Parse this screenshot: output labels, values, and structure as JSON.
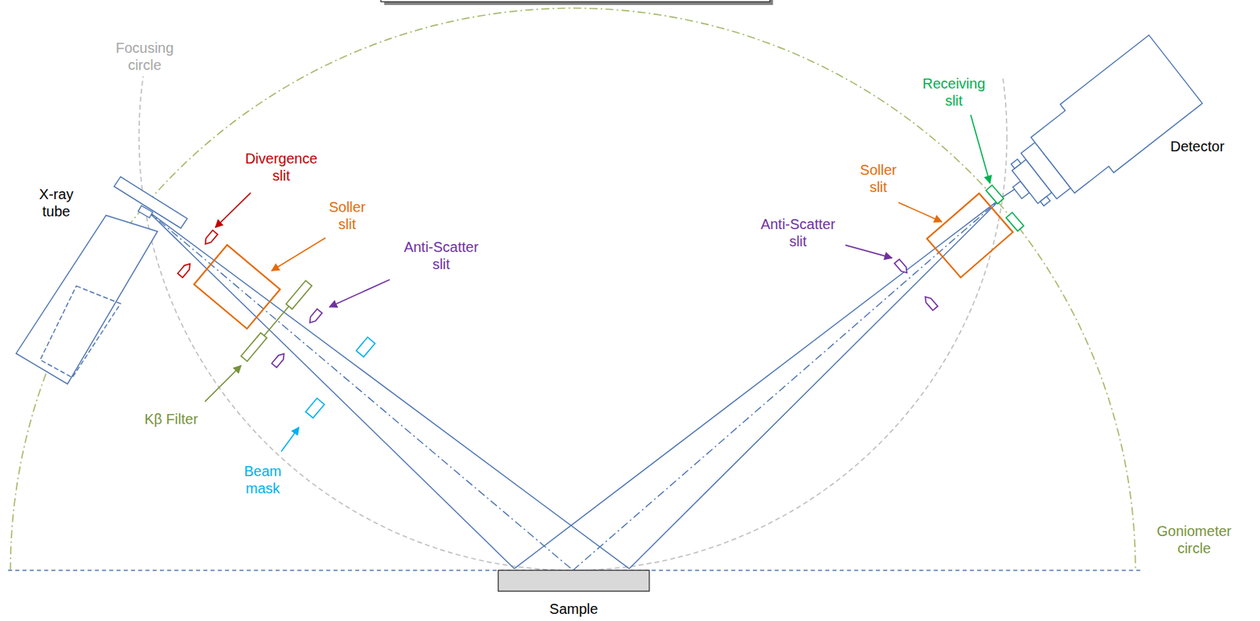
{
  "diagram": {
    "labels": [
      "Focusing circle",
      "X-ray tube",
      "Divergence slit",
      "Soller slit",
      "Anti-Scatter slit",
      "Kβ Filter",
      "Beam mask",
      "Sample",
      "Receiving slit",
      "Detector",
      "Soller slit",
      "Anti-Scatter slit",
      "Goniometer circle"
    ]
  }
}
